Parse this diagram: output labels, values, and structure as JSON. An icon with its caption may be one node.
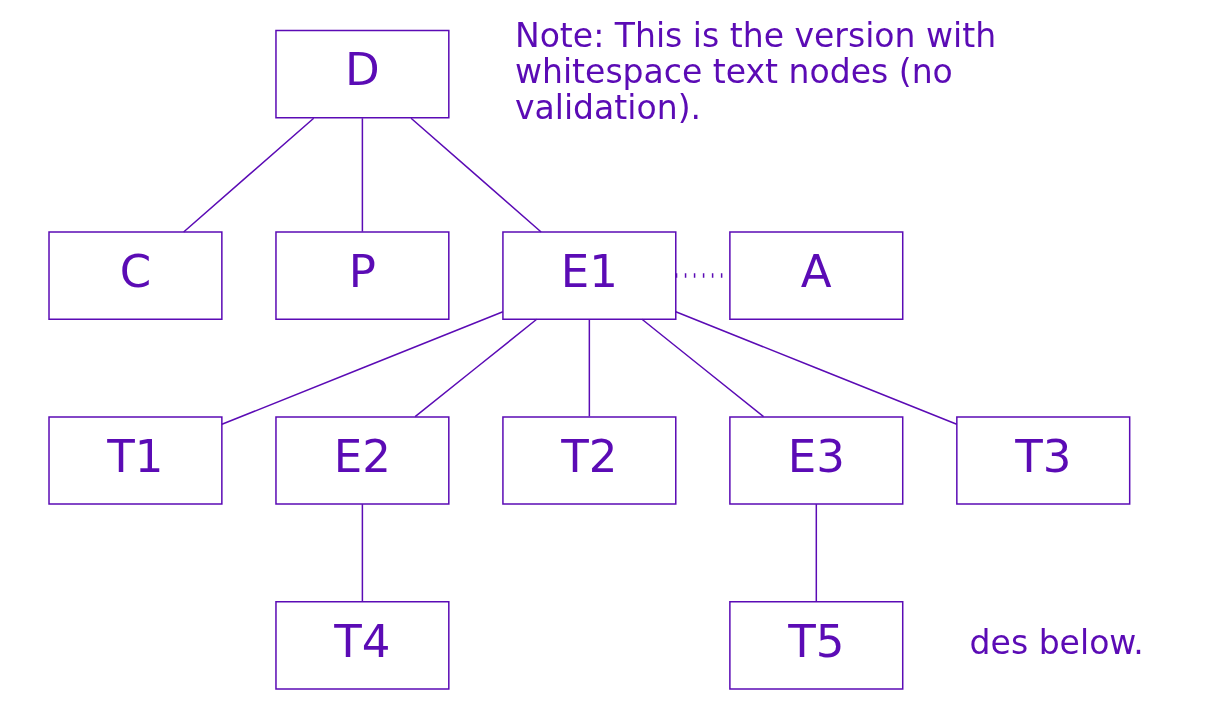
{
  "diagram": {
    "nodes": [
      {
        "text": [
          "D"
        ]
      },
      {
        "text": [
          "C"
        ]
      },
      {
        "text": [
          "P"
        ]
      },
      {
        "text": [
          "E1"
        ]
      },
      {
        "text": [
          "A"
        ]
      },
      {
        "text": [
          "T1"
        ]
      },
      {
        "text": [
          "E2"
        ]
      },
      {
        "text": [
          "T2"
        ]
      },
      {
        "text": [
          "E3"
        ]
      },
      {
        "text": [
          "T3"
        ]
      },
      {
        "text": [
          "T4"
        ]
      },
      {
        "text": [
          "T5"
        ]
      }
    ],
    "edges": [
      {
        "from": 0,
        "to": 1,
        "arrow": "none"
      },
      {
        "from": 0,
        "to": 2,
        "arrow": "none"
      },
      {
        "from": 0,
        "to": 3,
        "arrow": "none"
      },
      {
        "from": 3,
        "to": 4,
        "arrow": "none",
        "style": "dashed"
      },
      {
        "from": 3,
        "to": 5,
        "arrow": "none"
      },
      {
        "from": 3,
        "to": 6,
        "arrow": "none"
      },
      {
        "from": 3,
        "to": 7,
        "arrow": "none"
      },
      {
        "from": 3,
        "to": 8,
        "arrow": "none"
      },
      {
        "from": 3,
        "to": 9,
        "arrow": "none"
      },
      {
        "from": 6,
        "to": 10,
        "arrow": "none"
      },
      {
        "from": 8,
        "to": 11,
        "arrow": "none"
      }
    ],
    "labels": [
      "Note: This is the version with whitespace text nodes (no validation).",
      "des below."
    ]
  }
}
